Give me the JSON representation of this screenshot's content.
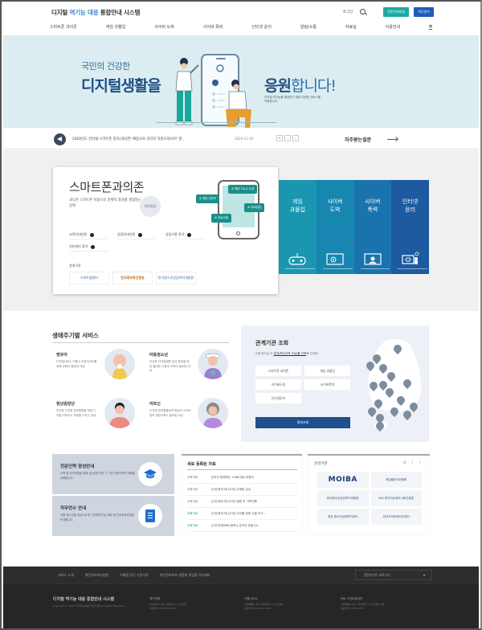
{
  "header": {
    "logo_prefix": "디지털 ",
    "logo_accent": "역기능 대응",
    "logo_suffix": " 통합안내 시스템",
    "login": "로그인",
    "btn_teal": "전문인력양성",
    "btn_blue": "직무연수"
  },
  "gnb": [
    "스마트폰 과의존",
    "게임 과몰입",
    "사이버 도박",
    "사이버 폭력",
    "인터넷 윤리",
    "알림/소통",
    "자료실",
    "이용안내"
  ],
  "hero": {
    "subtitle": "국민의 건강한",
    "title": "디지털생활을",
    "title2_bold": "응원",
    "title2_rest": "합니다!",
    "desc": "디지털 역기능을 예방하기 위한 다양한 서비스를 지원합니다."
  },
  "notice": {
    "text": "2020년도 인터넷·스마트폰 중독(과의존) 예방교육 관리자 직원교육(비수 영...",
    "date": "2020-11-16",
    "ctrl": [
      "॥",
      "‹",
      "›"
    ],
    "faq": "자주묻는질문"
  },
  "smartphone_card": {
    "title": "스마트폰과의존",
    "desc": "과도한 스마트폰 이용으로 문제적 결과를 경험하는 상태",
    "badge": "자가진단",
    "links": [
      "교육안내신청",
      "상담안내신청",
      "상담기관 찾기",
      "치유센터 찾기"
    ],
    "related_label": "관계기관",
    "logos": [
      "스마트쉼센터",
      "한국정보화진흥원",
      "한국청소년상담복지개발원"
    ],
    "bubbles": [
      "# 예방 콘텐츠",
      "# 예방 Tip & 소개",
      "# 치료방법",
      "# 치료사례"
    ]
  },
  "categories": [
    {
      "label1": "게임",
      "label2": "과몰입",
      "color": "#1a96b1",
      "icon": "gamepad-icon"
    },
    {
      "label1": "사이버",
      "label2": "도박",
      "color": "#1786b0",
      "icon": "gambling-icon"
    },
    {
      "label1": "사이버",
      "label2": "폭력",
      "color": "#1a73ad",
      "icon": "violence-icon"
    },
    {
      "label1": "인터넷",
      "label2": "윤리",
      "color": "#1d5aa0",
      "icon": "ethics-icon"
    }
  ],
  "lifecycle": {
    "title": "생애주기별 서비스",
    "items": [
      {
        "title": "영유아",
        "desc": "디지털서비스 이용시 보호자지도를 위해 교육이 필요한 대상"
      },
      {
        "title": "아동청소년",
        "desc": "건강한 디지털생활 습관 형성을 위한 올바른 이용과 교육이 필요한 대상"
      },
      {
        "title": "청년중장년",
        "desc": "건전한 디지털 정보활용을 위한 디지털 리터러시 역량을 키우는 대상"
      },
      {
        "title": "어르신",
        "desc": "디지털 정보활용능력 향상과 사이버범죄 예방교육이 필요한 대상"
      }
    ]
  },
  "agency": {
    "title": "관계기관 조회",
    "desc_pre": "도움 받으실 곳 ",
    "desc_u": "분야(복수선택 가능)를 선택",
    "desc_post": "해 주세요!",
    "buttons": [
      "스마트폰 과의존",
      "게임 과몰입",
      "사이버도박",
      "사이버폭력",
      "인터넷윤리"
    ],
    "search": "결과조회"
  },
  "edu_cards": [
    {
      "title": "전문인력 양성안내",
      "desc": "교육 및 자격과정을 통해 검사전문가와 그 기관 전문인력의 역량을 강화합니다."
    },
    {
      "title": "직무연수 안내",
      "desc": "아동 청소년을 대상으로 한 디지털역기능 예방 및 인권교육과정을 안내합니다."
    }
  ],
  "new_data": {
    "title": "새로 등록된 자료",
    "rows": [
      {
        "cat": "교육자료",
        "title": "온라인 함께하는 스마트세상 여행기"
      },
      {
        "cat": "교육자료",
        "title": "[이인세계 미니도치] 무례한 손님"
      },
      {
        "cat": "교육자료",
        "title": "[이인세계 미니도치] 월컴 투 가족여행"
      },
      {
        "cat": "교육자료",
        "title": "[이인세계 미니도치] 아이를 위한 눈을 보고..."
      },
      {
        "cat": "교육자료",
        "title": "[이인세계(MBC동락)] 온라인 흔들 대..."
      }
    ]
  },
  "related": {
    "title": "유관기관",
    "ctrl": "॥ ‹ ›",
    "logos": [
      "MOIBA",
      "게임물관리위원회",
      "한국청소년상담복지개발원",
      "NIA 한국지능정보사회진흥원",
      "중앙 청소년상담복지센터",
      "한국도박문제관리센터"
    ]
  },
  "footer": {
    "links": [
      "서비스 소개",
      "개인정보처리방침",
      "이메일 무단 수집거부",
      "개인정보보호 설정에 관심을 가지세요"
    ],
    "select": "관련사이트 바로가기",
    "brand": "디지털 역기능 대응 통합안내 시스템",
    "copy": "Copyright © 2020 한국지능정보사회진흥원 All Rights Reserved.",
    "cols": [
      {
        "head": "대구본원",
        "l1": "대구광역시 동구 첨단로 53 (신서동)",
        "l2": "대표전화 053-230-1114"
      },
      {
        "head": "서울사무소",
        "l1": "서울특별시 중구 청계천로 14 (무교동)",
        "l2": "대표전화 02-2131-0114"
      },
      {
        "head": "NIA 스마트쉼센터",
        "l1": "서울특별시 중구 청계천로 14 무교빌딩 8층",
        "l2": "대표전화 1599-0075"
      }
    ]
  },
  "colors": {
    "teal": "#1aa9a2",
    "blue": "#1e5bbd",
    "hero_bg": "#dcedf1",
    "navy": "#1e4f8e",
    "footer_bg": "#262626"
  }
}
